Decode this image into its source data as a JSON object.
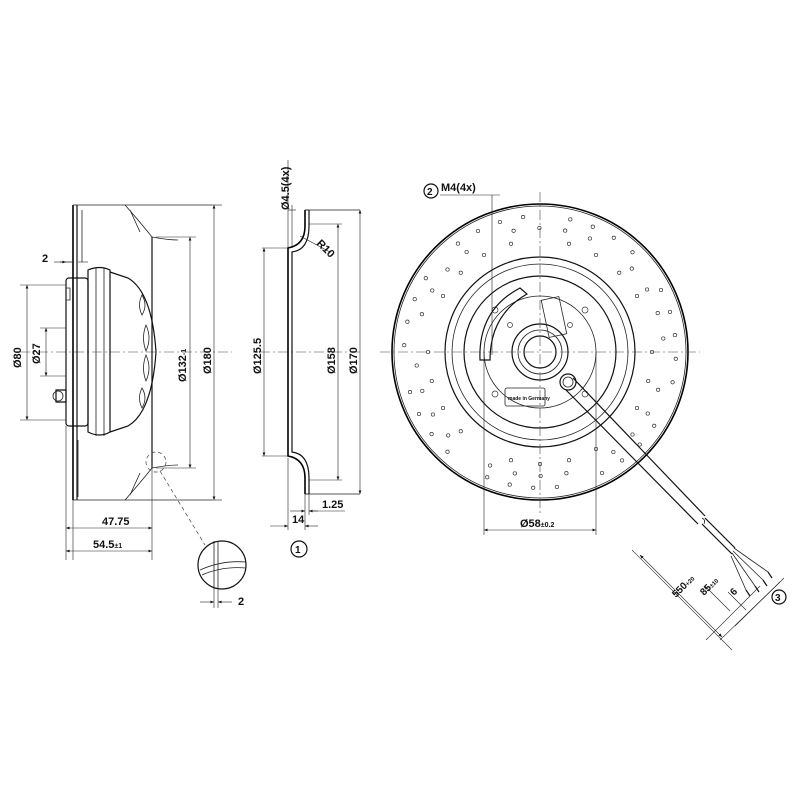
{
  "side_view": {
    "dims": {
      "d80": "Ø80",
      "d27": "Ø27",
      "d132": "Ø132",
      "d132_tol": "-1",
      "d180": "Ø180",
      "w2": "2",
      "w47": "47.75",
      "w54": "54.5",
      "w54_tol": "±1",
      "detail_2": "2"
    }
  },
  "section_view": {
    "dims": {
      "d45": "Ø4.5(4x)",
      "r10": "R10",
      "d125": "Ø125.5",
      "d158": "Ø158",
      "d170": "Ø170",
      "w14": "14",
      "w125": "1.25",
      "callout": "1"
    }
  },
  "front_view": {
    "dims": {
      "m4": "M4(4x)",
      "callout2": "2",
      "d58": "Ø58",
      "d58_tol": "±0.2",
      "l550": "550",
      "l550_tol": "+20",
      "l85": "85",
      "l85_tol": "±10",
      "l6": "6",
      "callout3": "3"
    },
    "label_made": "made in Germany"
  }
}
